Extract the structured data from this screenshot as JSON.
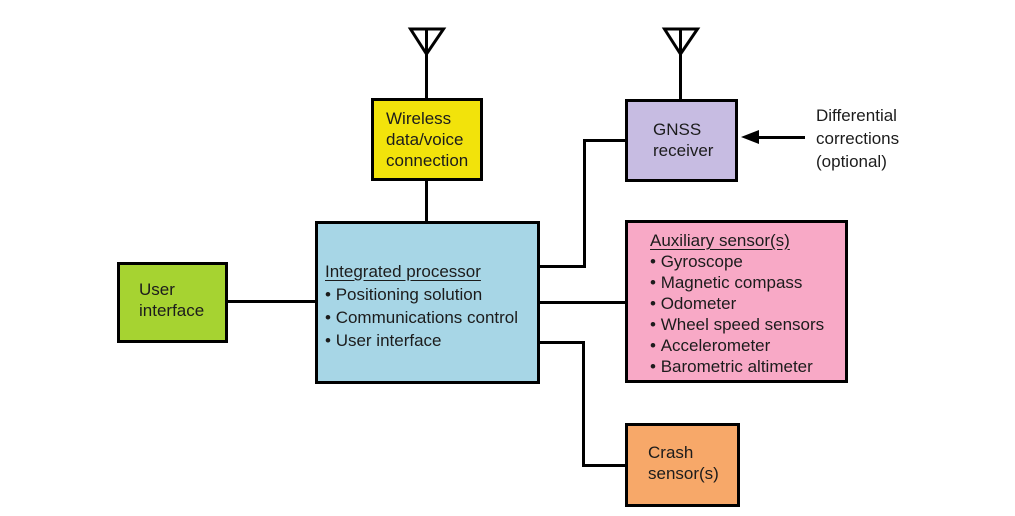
{
  "diagram": {
    "description": "GNSS integrated navigation system block diagram",
    "background": "#ffffff",
    "line_color": "#000000",
    "text_color": "#1c1c1c"
  },
  "boxes": {
    "wireless": {
      "lines": [
        "Wireless",
        "data/voice",
        "connection"
      ],
      "fill": "#f2e30b"
    },
    "gnss": {
      "lines": [
        "GNSS",
        "receiver"
      ],
      "fill": "#c7bce2"
    },
    "processor": {
      "title": "Integrated processor",
      "items": [
        "Positioning solution",
        "Communications control",
        "User interface"
      ],
      "fill": "#a7d6e6"
    },
    "user_interface": {
      "lines": [
        "User",
        "interface"
      ],
      "fill": "#a6d331"
    },
    "auxiliary": {
      "title": "Auxiliary sensor(s)",
      "items": [
        "Gyroscope",
        "Magnetic compass",
        "Odometer",
        "Wheel speed sensors",
        "Accelerometer",
        "Barometric altimeter"
      ],
      "fill": "#f8a9c6"
    },
    "crash": {
      "lines": [
        "Crash",
        "sensor(s)"
      ],
      "fill": "#f7a869"
    }
  },
  "annotations": {
    "differential": {
      "lines": [
        "Differential",
        "corrections",
        "(optional)"
      ]
    }
  }
}
